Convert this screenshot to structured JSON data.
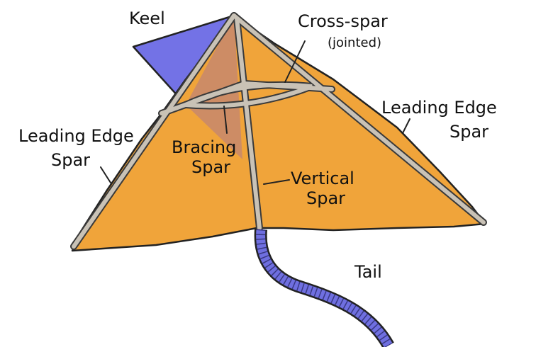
{
  "labels": {
    "keel": "Keel",
    "cross_spar": "Cross-spar",
    "cross_spar_note": "(jointed)",
    "leading_edge_left_line1": "Leading Edge",
    "leading_edge_left_line2": "Spar",
    "leading_edge_right_line1": "Leading Edge",
    "leading_edge_right_line2": "Spar",
    "bracing_line1": "Bracing",
    "bracing_line2": "Spar",
    "vertical_line1": "Vertical",
    "vertical_line2": "Spar",
    "tail": "Tail"
  },
  "colors": {
    "sail": "#f0a43a",
    "keel": "#7372e6",
    "keel_shadow": "#c98a6a",
    "spar_fill": "#c9c2b6",
    "spar_outline": "#3a3a3a",
    "tail": "#6f6fe0",
    "ink": "#222222"
  }
}
